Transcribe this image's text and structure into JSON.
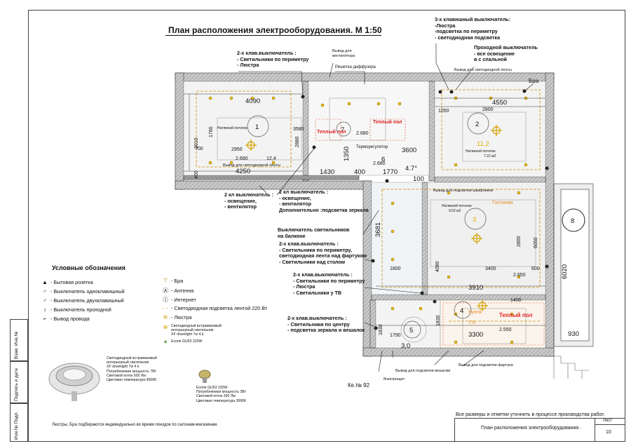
{
  "title": "План расположения электрооборудования. М 1:50",
  "notes": {
    "n1": "2-х клав.выключатель :\n- Светильники по периметру\n- Люстра",
    "n2": "Вывод для\nвентилятора",
    "n3": "Решетка диффузора",
    "n4": "3-х клавишный выключатель:\n-Люстра\n-подсветка по периметру\n- светодиодная подсветка",
    "n5": "Проходной выключатель\n- все освещение\nв с спальной",
    "n6": "Бра",
    "n7": "Вывод для светодиодной ленты",
    "n8": "2 кл выключатель :\n- освещение,\n- вентилятор",
    "n9": "2 кл выключатель :\n- освещение,\n- вентилятор\nДополнительно :подсветка зеркала",
    "n10": "Выключатель светильников\nна балконе",
    "n11": "2-х клав.выключатель :\n- Светильники по периметру,\nсветодиодная лента над фартуком\n- Светильники над столом",
    "n12": "2-х клав.выключатель :\n- Светильники по периметру\n- Люстра\n- Светильники у ТВ",
    "n13": "2-х клав.выключатель :\n- Светильники по центру\n- подсветка зеркала и вешалок",
    "n14": "Вывод для подсветки вешалки",
    "n15": "Вывод для подсветки фартука",
    "n16": "Электрощит",
    "n17": "Ке.№ 92",
    "n18": "Вывод для светодиодной ленты",
    "n19": "Вывод для подсветки шкафчиков",
    "n20": "Терморегулятор"
  },
  "rooms": {
    "r1": {
      "num": "1",
      "ceiling": "Натяжной потолок",
      "area": "12,4"
    },
    "r2": {
      "num": "2",
      "ceiling": "Натяжной потолок",
      "area": "11,2",
      "area2": "7.22 м2"
    },
    "r3": {
      "num": "3",
      "ceiling": "Натяжной потолок",
      "area2": "9.52 м2",
      "label": "Гостиная"
    },
    "r4": {
      "num": "4",
      "label": "Кухня",
      "area": "7,0"
    },
    "r5": {
      "num": "5",
      "area": "3,0"
    },
    "r6": {
      "num": "6"
    },
    "r7": {
      "num": "7"
    },
    "r8": {
      "num": "8"
    }
  },
  "warm_floor": {
    "label1": "Теплый пол",
    "label2": "Теплый пол",
    "label3": "Теплый пол"
  },
  "dims": {
    "d4090": "4090",
    "d4250": "4250",
    "d2950": "2950",
    "d2680a": "2.680",
    "d3010": "3010",
    "d1760": "1760",
    "d700": "700",
    "d400": "400",
    "d3580": "3580",
    "d2880": "2880",
    "d4550": "4550",
    "d2800": "2800",
    "d3600": "3600",
    "d1430": "1430",
    "d400b": "400",
    "d1770": "1770",
    "d4_7": "4.7°",
    "d1350": "1350",
    "d1050": "1050",
    "d100": "100",
    "d3681": "3681",
    "d1800": "1800",
    "d4080": "4080",
    "d3400": "3400",
    "d3910": "3910",
    "d2800b": "2800",
    "d6050": "6050",
    "d600": "600",
    "d3300": "3300",
    "d1790": "1790",
    "d1830": "1830",
    "d1830b": "1830",
    "d6020": "6020",
    "d930": "930",
    "d2680b": "2.680",
    "d2680c": "2.680",
    "d2550": "2.550",
    "d2650": "2.650",
    "d1400": "1400"
  },
  "legend": {
    "title": "Условные обозначения",
    "items": [
      "- Бытовая розетка",
      "- Выключатель одноклавишный",
      "- Выключатель двухклавишный",
      "- Выключатель проходной",
      "- Вывод провода"
    ],
    "items2": [
      "- Бра",
      "- Антенна",
      "- Интернет",
      "- Светодиодная подсветка лентой 220 Вт",
      "- Люстра"
    ],
    "downlight": "Светодиодный встраиваемый\nинтерьерный светильник\nXF downlight 7w 4 k",
    "ecomi": "Ecomi GU53 220W",
    "photo1_caption": "Светодиодный встраиваемый\nинтерьерный светильник\nXF downlight 7w 4 k\nПотребляемая мощность 7Вт\nСветовой поток 500 Лм\nЦветовая температура 4000К",
    "photo2_caption": "Ecomi GU53 220W\nПотребляемая мощность 3Вт\nСветовой поток 260 Лм\nЦветовая температура 3000К"
  },
  "footnote": "Люстры, Бра подбираются индивидуально во время поездок по салонам-магазинам.",
  "sheet": {
    "note": "Все размеры и отметки уточнить в процессе производства работ.",
    "stamp_title": "План расположения электрооборудования .",
    "sheet_label": "Лист",
    "sheet_no": "10"
  },
  "side": {
    "a": "Взам. Инв.№",
    "b": "Подпись и дата",
    "c": "Изм.№ Подл."
  }
}
